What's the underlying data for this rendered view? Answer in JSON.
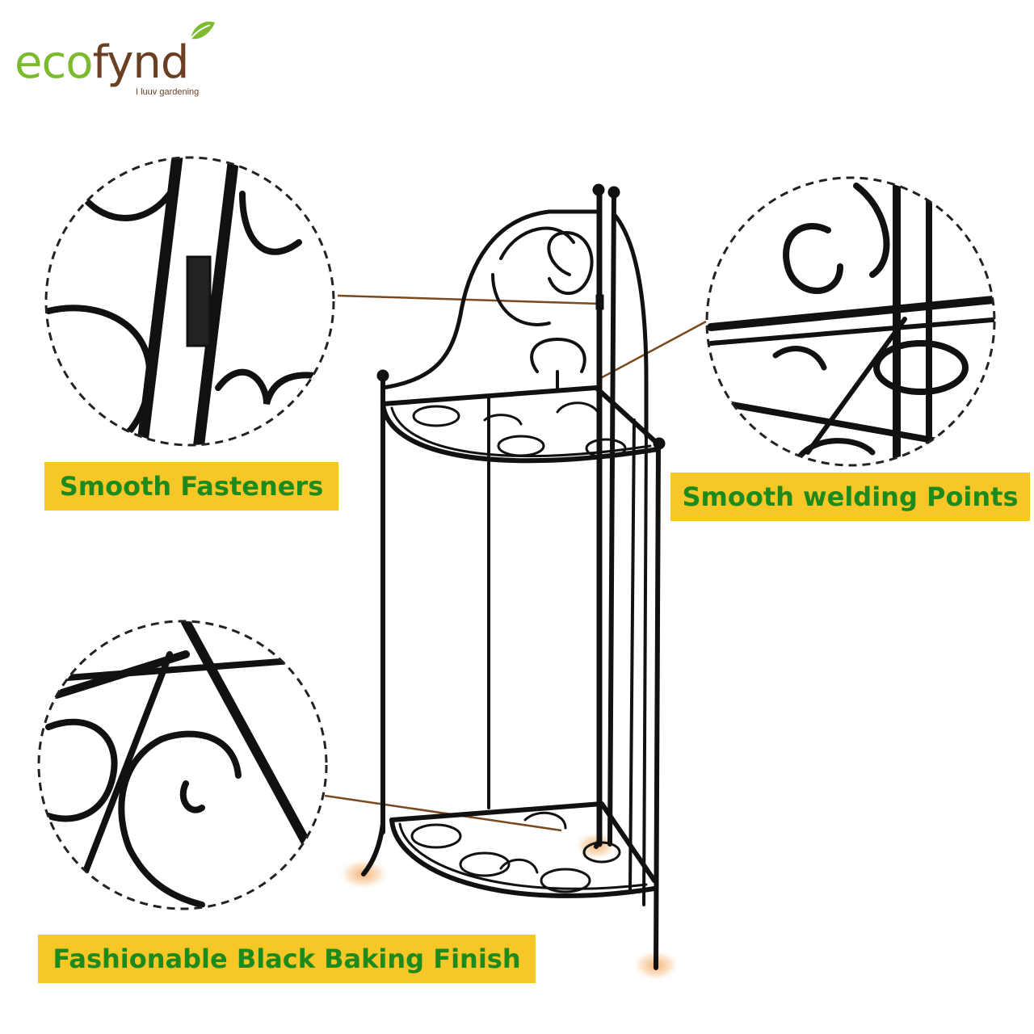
{
  "brand": {
    "name_part1": "eco",
    "name_part2": "fynd",
    "tagline": "I luuv gardening",
    "primary_color": "#7dbb2e",
    "secondary_color": "#6b3f22"
  },
  "features": [
    {
      "label": "Smooth Fasteners"
    },
    {
      "label": "Smooth welding Points"
    },
    {
      "label": "Fashionable Black Baking Finish"
    }
  ],
  "colors": {
    "label_bg": "#f7c627",
    "label_text": "#1d8a1e",
    "metal": "#111111",
    "leader_line": "#7a4a1f"
  }
}
